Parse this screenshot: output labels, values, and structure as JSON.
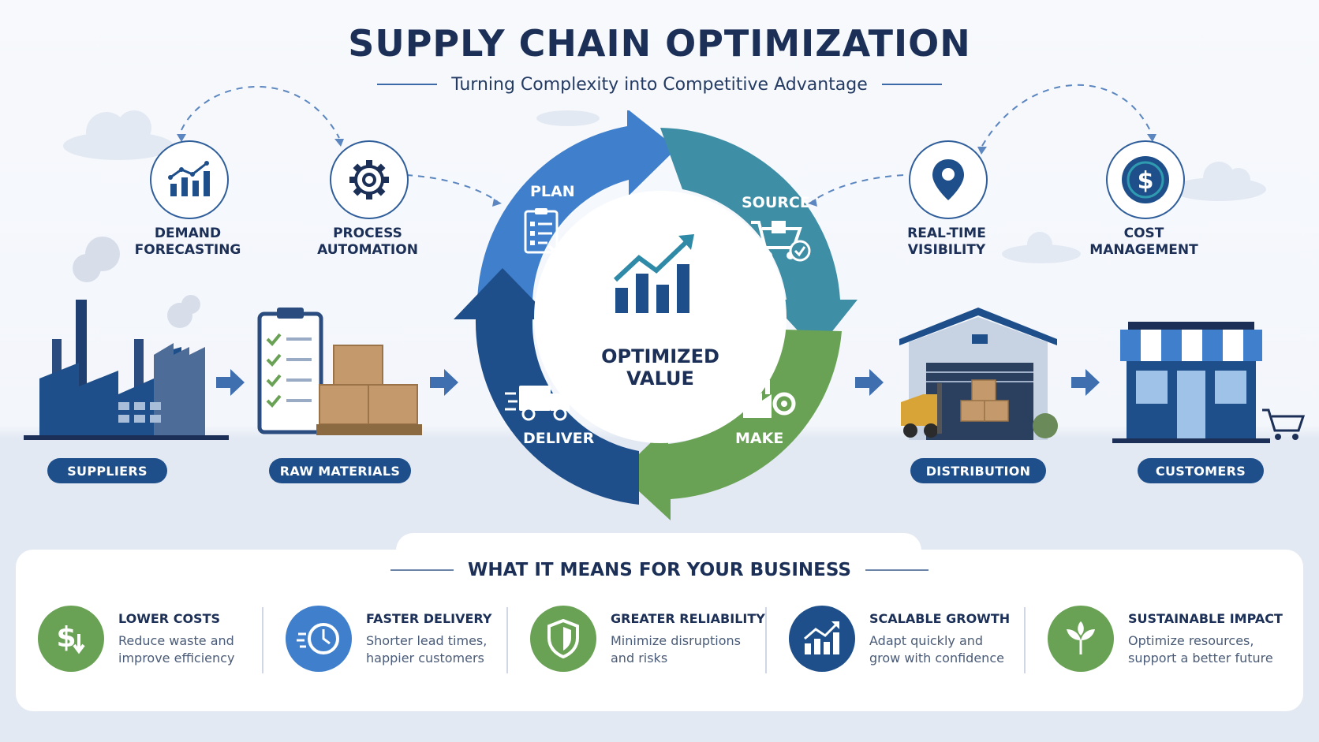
{
  "header": {
    "title": "SUPPLY CHAIN OPTIMIZATION",
    "subtitle": "Turning Complexity into Competitive Advantage"
  },
  "features": [
    {
      "label": "DEMAND\nFORECASTING",
      "icon": "bar-chart-icon"
    },
    {
      "label": "PROCESS\nAUTOMATION",
      "icon": "gear-icon"
    },
    {
      "label": "REAL-TIME\nVISIBILITY",
      "icon": "location-pin-icon"
    },
    {
      "label": "COST\nMANAGEMENT",
      "icon": "dollar-coin-icon"
    }
  ],
  "cycle": {
    "center_label": "OPTIMIZED\nVALUE",
    "stages": [
      {
        "label": "PLAN",
        "color": "#3f7fcc",
        "icon": "clipboard-icon"
      },
      {
        "label": "SOURCE",
        "color": "#3e8ea5",
        "icon": "cart-icon"
      },
      {
        "label": "MAKE",
        "color": "#6aa255",
        "icon": "factory-gear-icon"
      },
      {
        "label": "DELIVER",
        "color": "#1e4f8a",
        "icon": "truck-icon"
      }
    ]
  },
  "flow": [
    {
      "label": "SUPPLIERS",
      "icon": "factory-icon"
    },
    {
      "label": "RAW MATERIALS",
      "icon": "boxes-clipboard-icon"
    },
    {
      "label": "DISTRIBUTION",
      "icon": "warehouse-icon"
    },
    {
      "label": "CUSTOMERS",
      "icon": "store-icon"
    }
  ],
  "benefits_panel": {
    "title": "WHAT IT MEANS FOR YOUR BUSINESS",
    "items": [
      {
        "title": "LOWER COSTS",
        "desc": "Reduce waste and\nimprove efficiency",
        "color": "#6aa255",
        "icon": "dollar-down-icon"
      },
      {
        "title": "FASTER DELIVERY",
        "desc": "Shorter lead times,\nhappier customers",
        "color": "#3f7fcc",
        "icon": "clock-icon"
      },
      {
        "title": "GREATER RELIABILITY",
        "desc": "Minimize disruptions\nand risks",
        "color": "#6aa255",
        "icon": "shield-icon"
      },
      {
        "title": "SCALABLE GROWTH",
        "desc": "Adapt quickly and\ngrow with confidence",
        "color": "#1e4f8a",
        "icon": "growth-chart-icon"
      },
      {
        "title": "SUSTAINABLE IMPACT",
        "desc": "Optimize resources,\nsupport a better future",
        "color": "#6aa255",
        "icon": "leaf-icon"
      }
    ]
  },
  "colors": {
    "navy": "#1b2f57",
    "blue": "#3f7fcc",
    "teal": "#3e8ea5",
    "green": "#6aa255",
    "deep_blue": "#1e4f8a"
  }
}
